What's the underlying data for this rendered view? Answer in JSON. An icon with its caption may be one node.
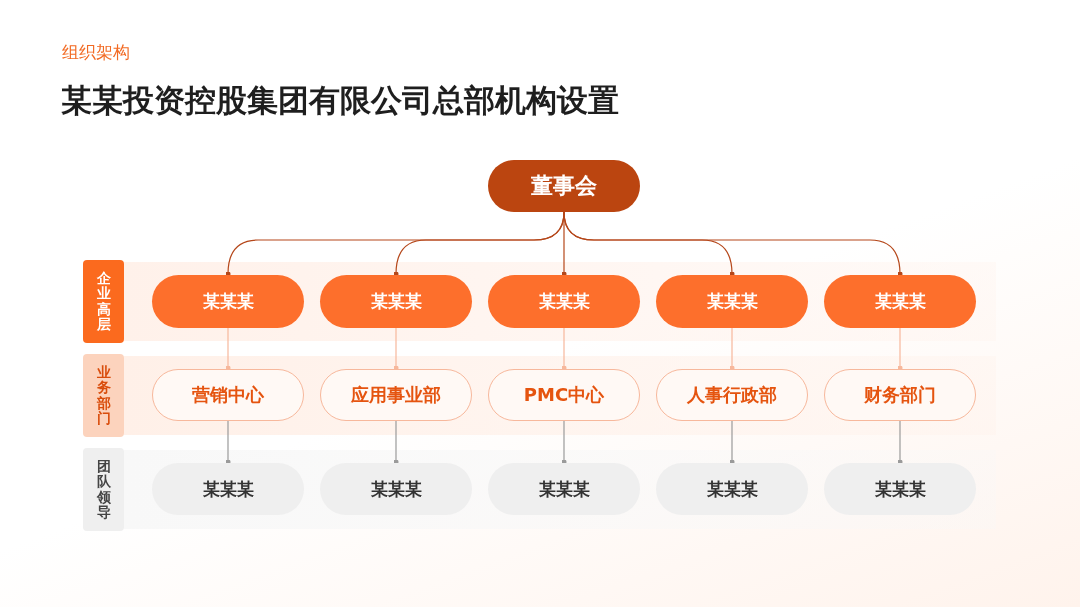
{
  "diagram": {
    "title": "某某投资控股集团有限公司总部机构设置",
    "nodes": [
      {
        "text": [
          "董事会"
        ]
      },
      {
        "text": [
          "企业高层"
        ]
      },
      {
        "text": [
          "某某某"
        ]
      },
      {
        "text": [
          "某某某"
        ]
      },
      {
        "text": [
          "某某某"
        ]
      },
      {
        "text": [
          "某某某"
        ]
      },
      {
        "text": [
          "某某某"
        ]
      },
      {
        "text": [
          "业务部门"
        ]
      },
      {
        "text": [
          "营销中心"
        ]
      },
      {
        "text": [
          "应用事业部"
        ]
      },
      {
        "text": [
          "PMC中心"
        ]
      },
      {
        "text": [
          "人事行政部"
        ]
      },
      {
        "text": [
          "财务部门"
        ]
      },
      {
        "text": [
          "团队领导"
        ]
      },
      {
        "text": [
          "某某某"
        ]
      },
      {
        "text": [
          "某某某"
        ]
      },
      {
        "text": [
          "某某某"
        ]
      },
      {
        "text": [
          "某某某"
        ]
      },
      {
        "text": [
          "某某某"
        ]
      }
    ],
    "edges": [
      {
        "from": 0,
        "to": 2,
        "arrow": "other",
        "color": "#b5471a"
      },
      {
        "from": 0,
        "to": 3,
        "arrow": "other",
        "color": "#b5471a"
      },
      {
        "from": 0,
        "to": 4,
        "arrow": "other",
        "color": "#b5471a"
      },
      {
        "from": 0,
        "to": 5,
        "arrow": "other",
        "color": "#b5471a"
      },
      {
        "from": 0,
        "to": 6,
        "arrow": "other",
        "color": "#b5471a"
      },
      {
        "from": 2,
        "to": 8,
        "arrow": "other",
        "color": "#f7b89c"
      },
      {
        "from": 3,
        "to": 9,
        "arrow": "other",
        "color": "#f7b89c"
      },
      {
        "from": 4,
        "to": 10,
        "arrow": "other",
        "color": "#f7b89c"
      },
      {
        "from": 5,
        "to": 11,
        "arrow": "other",
        "color": "#f7b89c"
      },
      {
        "from": 6,
        "to": 12,
        "arrow": "other",
        "color": "#f7b89c"
      },
      {
        "from": 8,
        "to": 14,
        "arrow": "other",
        "color": "#9a9a9a"
      },
      {
        "from": 9,
        "to": 15,
        "arrow": "other",
        "color": "#9a9a9a"
      },
      {
        "from": 10,
        "to": 16,
        "arrow": "other",
        "color": "#9a9a9a"
      },
      {
        "from": 11,
        "to": 17,
        "arrow": "other",
        "color": "#9a9a9a"
      },
      {
        "from": 12,
        "to": 18,
        "arrow": "other",
        "color": "#9a9a9a"
      }
    ],
    "labels": [
      "组织架构"
    ]
  }
}
